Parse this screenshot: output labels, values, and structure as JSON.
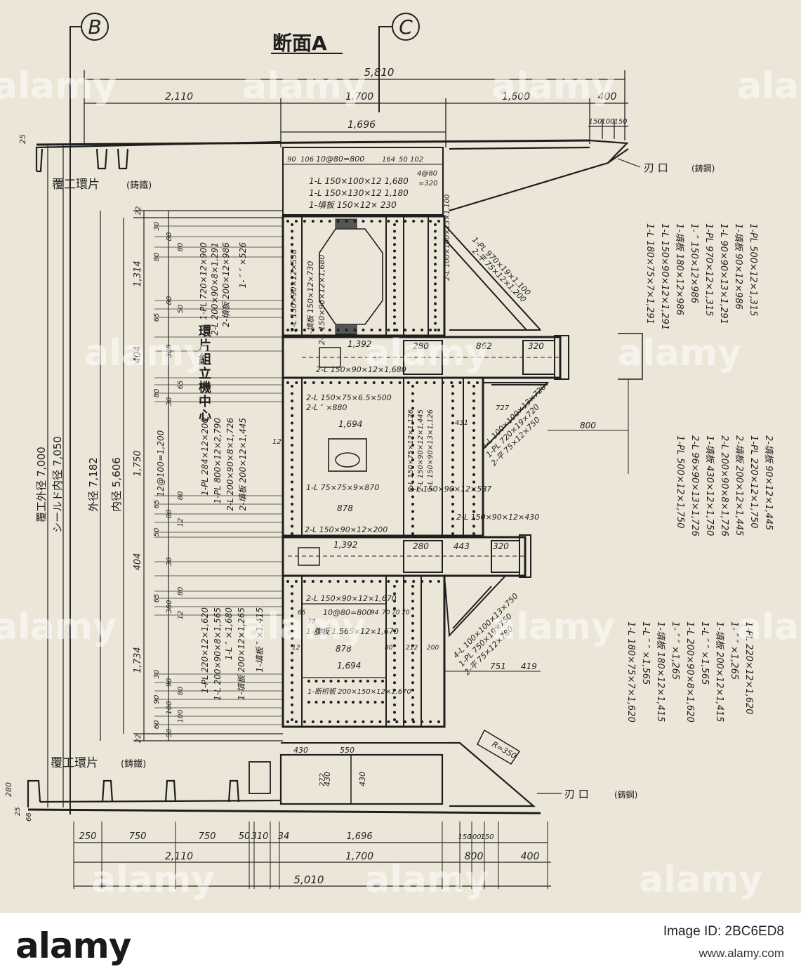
{
  "drawing": {
    "title": "断面A",
    "axis_b": "B",
    "axis_c": "C",
    "top_dims": [
      "5,810",
      "2,110",
      "1,700",
      "1,600",
      "400",
      "1,696",
      "150",
      "100",
      "150",
      "25"
    ],
    "top_detail": [
      "90",
      "106",
      "10@80=800",
      "164",
      "50",
      "102",
      "4@80",
      "=320"
    ],
    "top_box_members": [
      "1-L 150×100×12 1,680",
      "1-L 150×130×12 1,180",
      "1-填板 150×12× 230"
    ],
    "segment_label_top": "覆工環片",
    "segment_label_bottom": "覆工環片",
    "cast_iron": "(鋳鐵)",
    "cutting_edge": "刃 口",
    "cast_steel": "(鋳鋼)",
    "erector_label": "環片組立機中心",
    "vertical_labels": [
      "覆工外径 7,000",
      "シールド内径 7,050",
      "外径 7,182",
      "内径 5,606"
    ],
    "left_dims": [
      "22",
      "1,314",
      "404",
      "1,750",
      "12@100=1,200",
      "404",
      "1,734",
      "22"
    ],
    "left_small_dims": [
      "30",
      "80",
      "80",
      "80",
      "80",
      "50",
      "65",
      "380",
      "65",
      "80",
      "30",
      "80",
      "65",
      "80",
      "12",
      "50",
      "30",
      "80",
      "65",
      "380",
      "12",
      "30",
      "90",
      "80",
      "90",
      "100",
      "100",
      "60",
      "50"
    ],
    "left_members_upper": [
      "1-PL 720×12×900",
      "2-L 200×90×8×1,291",
      "2-填板 200×12×986",
      "1- ″ ″ ×526",
      "2-L 150×90×12×538"
    ],
    "left_members_mid": [
      "1-PL 284×12×200",
      "1-PL 800×12×2,790",
      "2-L 200×90×8×1,726",
      "2-填板 200×12×1,445"
    ],
    "left_members_lower": [
      "1-PL 220×12×1,620",
      "1-L 200×90×8×1,565",
      "1-L ″ ×1,680",
      "1-填板 200×12×1,265",
      "1-填板 ″ ×1,415"
    ],
    "center_upper": [
      "1-填板 150×12×730",
      "2-L 150×90×12×1,680"
    ],
    "girder_1": [
      "1,392",
      "280",
      "862",
      "320"
    ],
    "girder_1_member": "2-L 150×90×12×1,680",
    "center_mid": [
      "2-L 150×75×6.5×500",
      "2-L ″ ×880",
      "1,694",
      "1-L 75×75×9×870",
      "878",
      "2-L 150×90×12×200",
      "12"
    ],
    "center_mid_right": [
      "2-L 150×75×12×1,126",
      "2-L 150×90×12×1,445",
      "1-L 150×90×13×1,126",
      "2-L 150×90×12×587",
      "2-L 150×90×12×430",
      "431",
      "727"
    ],
    "girder_2": [
      "1,392",
      "280",
      "443",
      "320"
    ],
    "center_lower": [
      "2-L 150×90×12×1,670",
      "10@80=800",
      "1-腹板 1,565×12×1,670",
      "878",
      "1,694",
      "1-断桁板 200×150×12×1,670",
      "65",
      "70",
      "70",
      "94",
      "70",
      "70",
      "70",
      "12",
      "80",
      "212",
      "200"
    ],
    "diag_upper": [
      "1-PL 970×19×1,100",
      "2-平 75×12×1,200",
      "2-L 100×100×13×1,100"
    ],
    "diag_mid": [
      "4-L 100×100×13×720",
      "1-PL 720×19×720",
      "2-平 75×12×750",
      "800"
    ],
    "diag_lower": [
      "4-L 100×100×13×750",
      "1-PL 750×19×750",
      "2-平 75×12×780",
      "751",
      "419"
    ],
    "right_members_1": [
      "1-L 180×75×7×1,291",
      "1-L 150×90×12×1,291",
      "1-填板 180×12×986",
      "1- ″ 150×12×986",
      "1-PL 970×12×1,315",
      "1-L 90×90×13×1,291",
      "1-填板 90×12×986",
      "1-PL 500×12×1,315"
    ],
    "right_members_2": [
      "1-PL 500×12×1,750",
      "2-L 96×90×13×1,726",
      "1-填板 430×12×1,750",
      "2-L 200×90×8×1,726",
      "2-填板 200×12×1,445",
      "1-PL 220×12×1,750",
      "2-填板 90×12×1,445"
    ],
    "right_members_3": [
      "1-L 180×75×7×1,620",
      "1-L ″ ″ ×1,565",
      "1-填板 180×12×1,415",
      "1- ″ ″ ×1,265",
      "1-L 200×90×8×1,620",
      "1-L ″ ″ ×1,565",
      "1-填板 200×12×1,415",
      "1- ″ ″ ×1,265",
      "1-PL 220×12×1,620"
    ],
    "bottom_box": [
      "430",
      "550",
      "430",
      "430",
      "272"
    ],
    "bottom_tag": "R=350",
    "bottom_dims_1": [
      "250",
      "750",
      "750",
      "50",
      "310",
      "34",
      "1,696",
      "150",
      "100",
      "150"
    ],
    "bottom_dims_2": [
      "2,110",
      "1,700",
      "800",
      "400"
    ],
    "bottom_total": "5,010",
    "bottom_left": [
      "280",
      "25",
      "66"
    ]
  },
  "watermark": "alamy",
  "footer": {
    "brand": "alamy",
    "image_id": "Image ID: 2BC6ED8",
    "site": "www.alamy.com"
  },
  "colors": {
    "paper": "#ece6d8",
    "ink": "#1e1e1e",
    "footer": "#ffffff"
  }
}
